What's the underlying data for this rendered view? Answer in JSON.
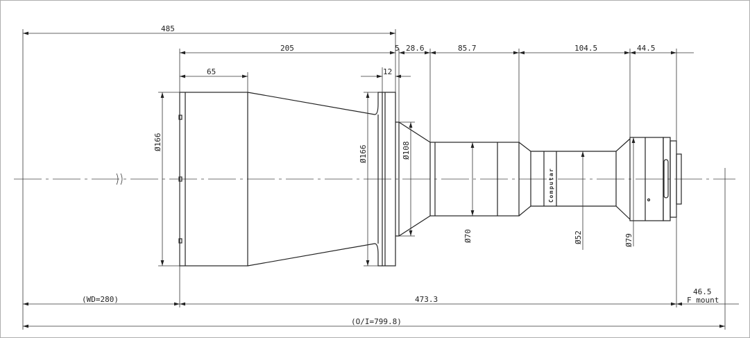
{
  "drawing": {
    "title_dims": {
      "overall_front": "485",
      "lens_length_front": "205",
      "front_cylinder": "65",
      "flange": "12",
      "step": "5",
      "cone": "28.6",
      "barrel1": "85.7",
      "barrel2": "104.5",
      "rear": "44.5"
    },
    "diameters": {
      "front": "Ø166",
      "flange": "Ø166",
      "rear_cone": "Ø108",
      "barrel1": "Ø70",
      "barrel2": "Ø52",
      "rear": "Ø79"
    },
    "bottom_dims": {
      "working_distance": "(WD=280)",
      "lens_total": "473.3",
      "flange_back": "46.5",
      "mount": "F mount",
      "object_to_image": "(O/I=799.8)"
    },
    "brand_mark": "Computar"
  }
}
